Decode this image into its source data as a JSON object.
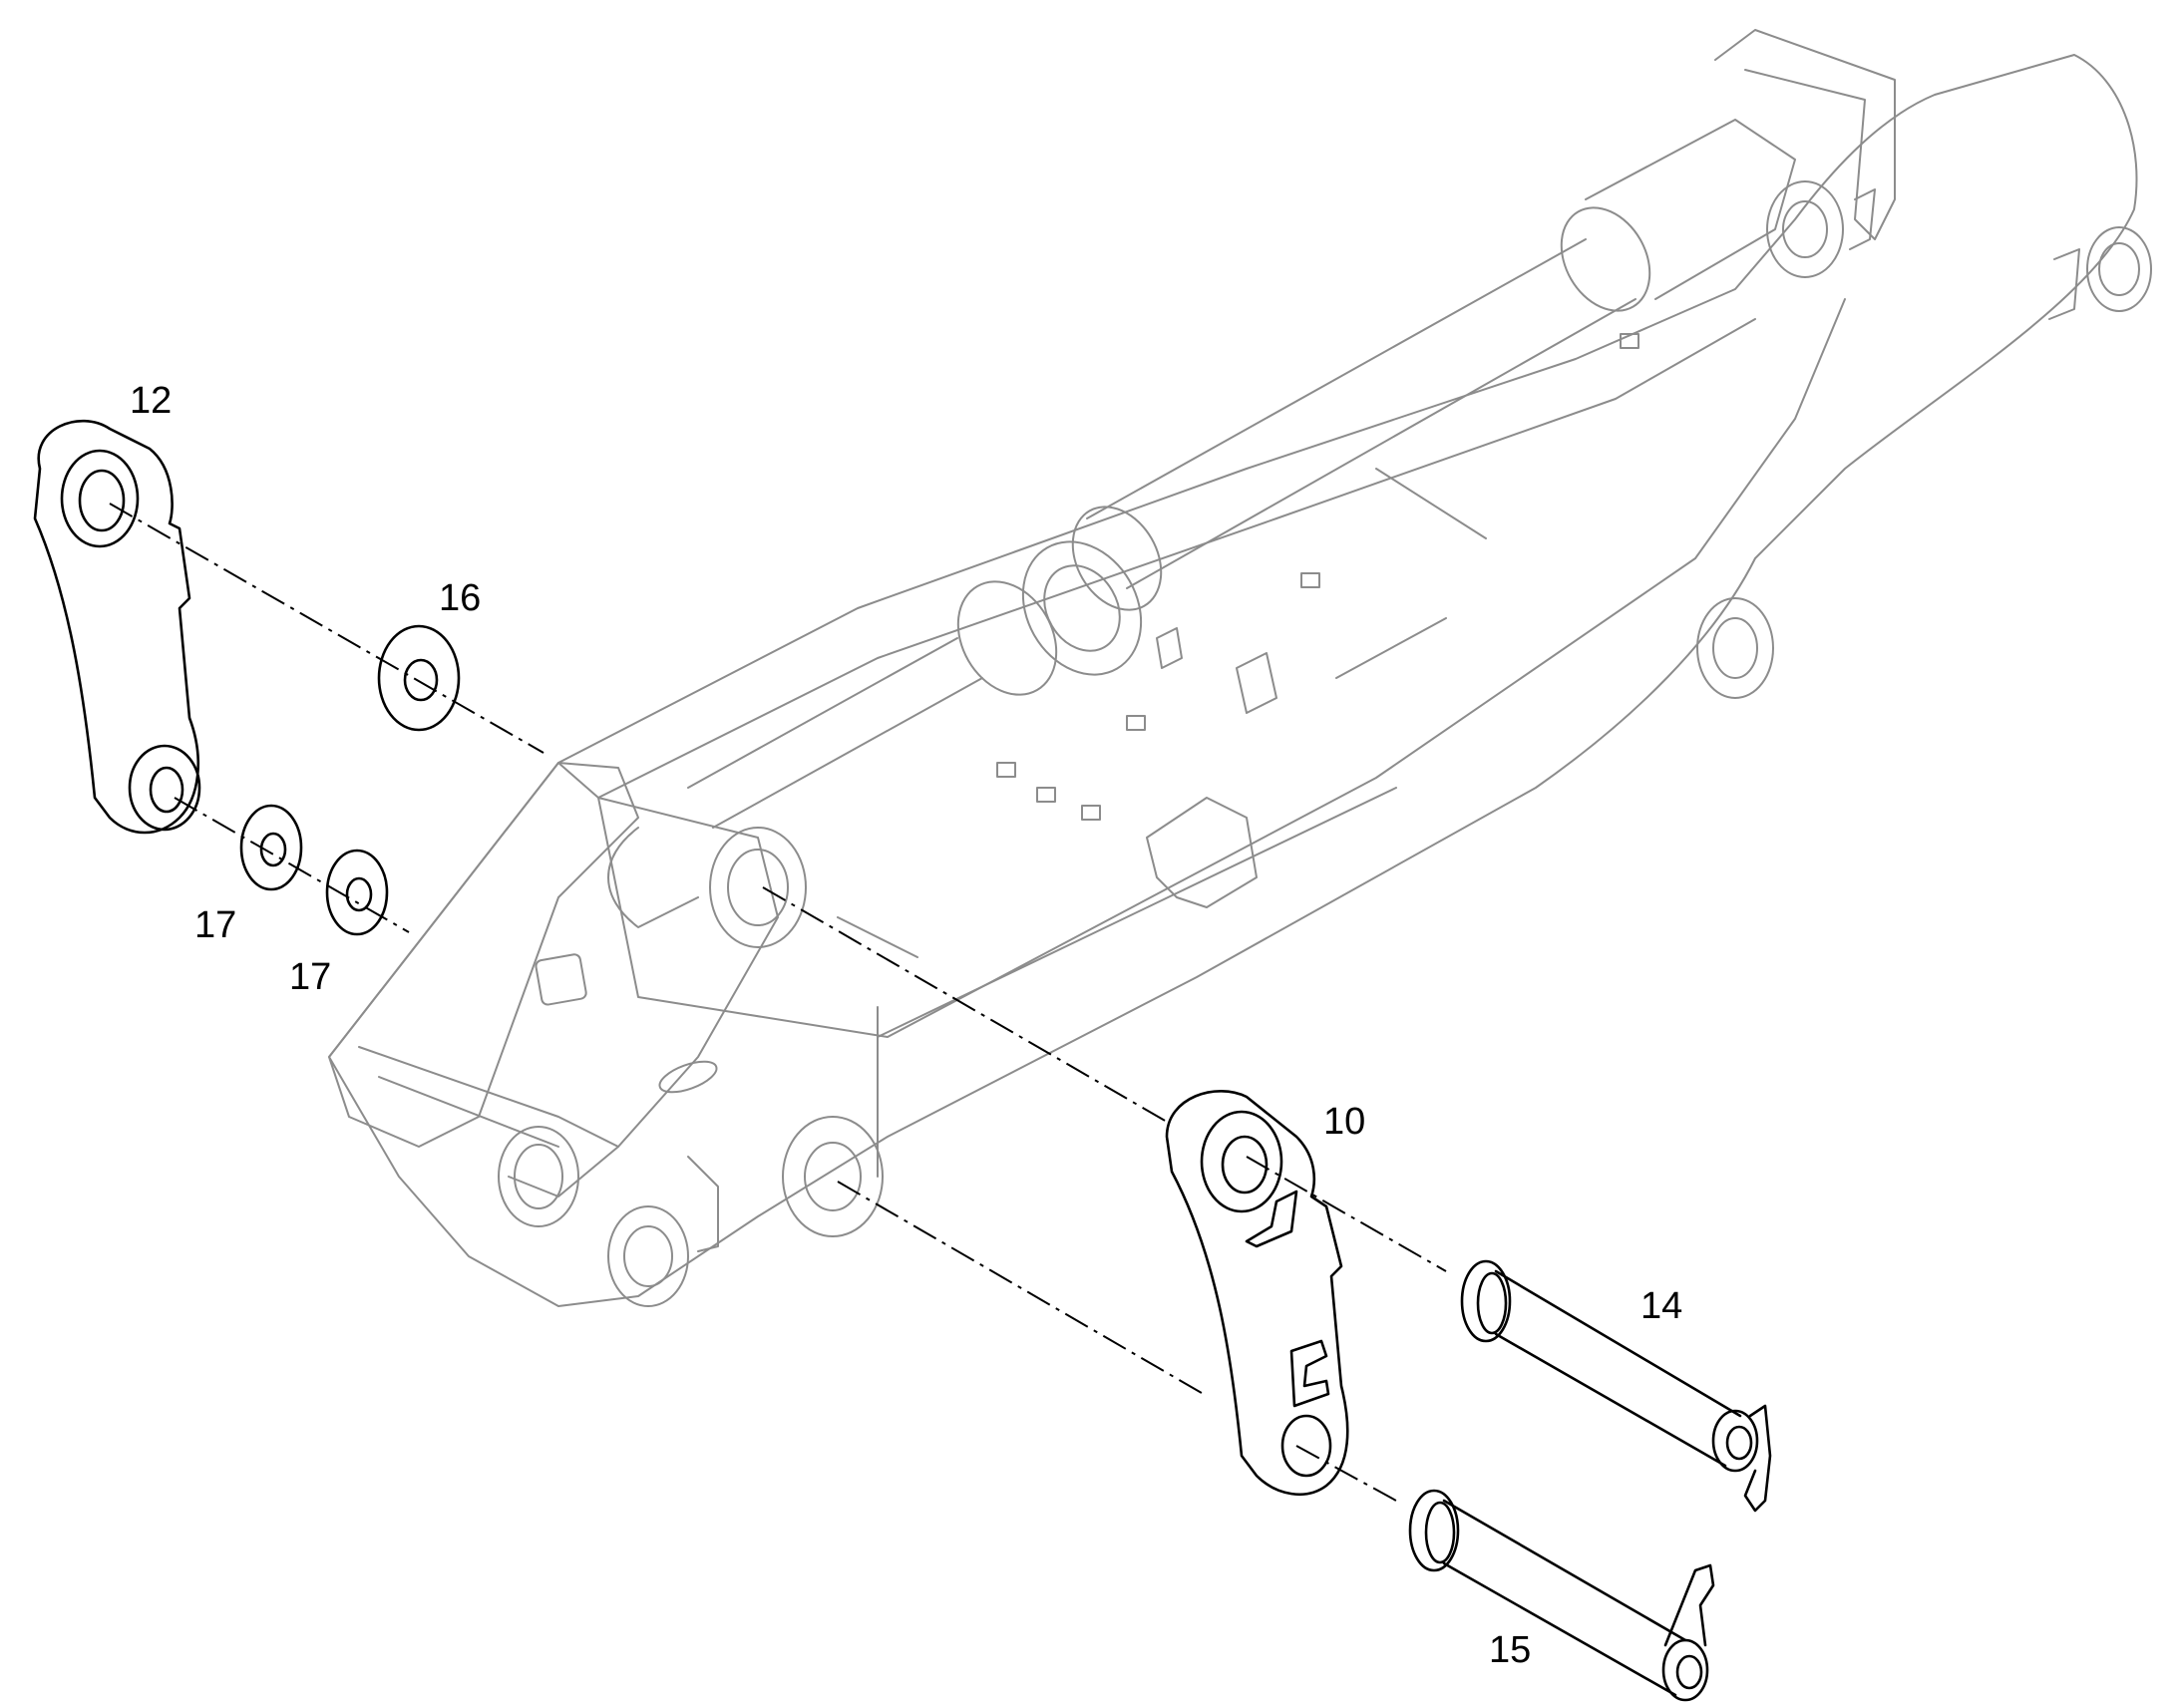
{
  "callouts": {
    "link_12": "12",
    "washer_16": "16",
    "washer_17_a": "17",
    "washer_17_b": "17",
    "link_10": "10",
    "pin_14": "14",
    "pin_15": "15"
  },
  "colors": {
    "background": "#ffffff",
    "boom_outline": "#8c8c8c",
    "part_outline": "#000000",
    "callout_text": "#000000"
  }
}
